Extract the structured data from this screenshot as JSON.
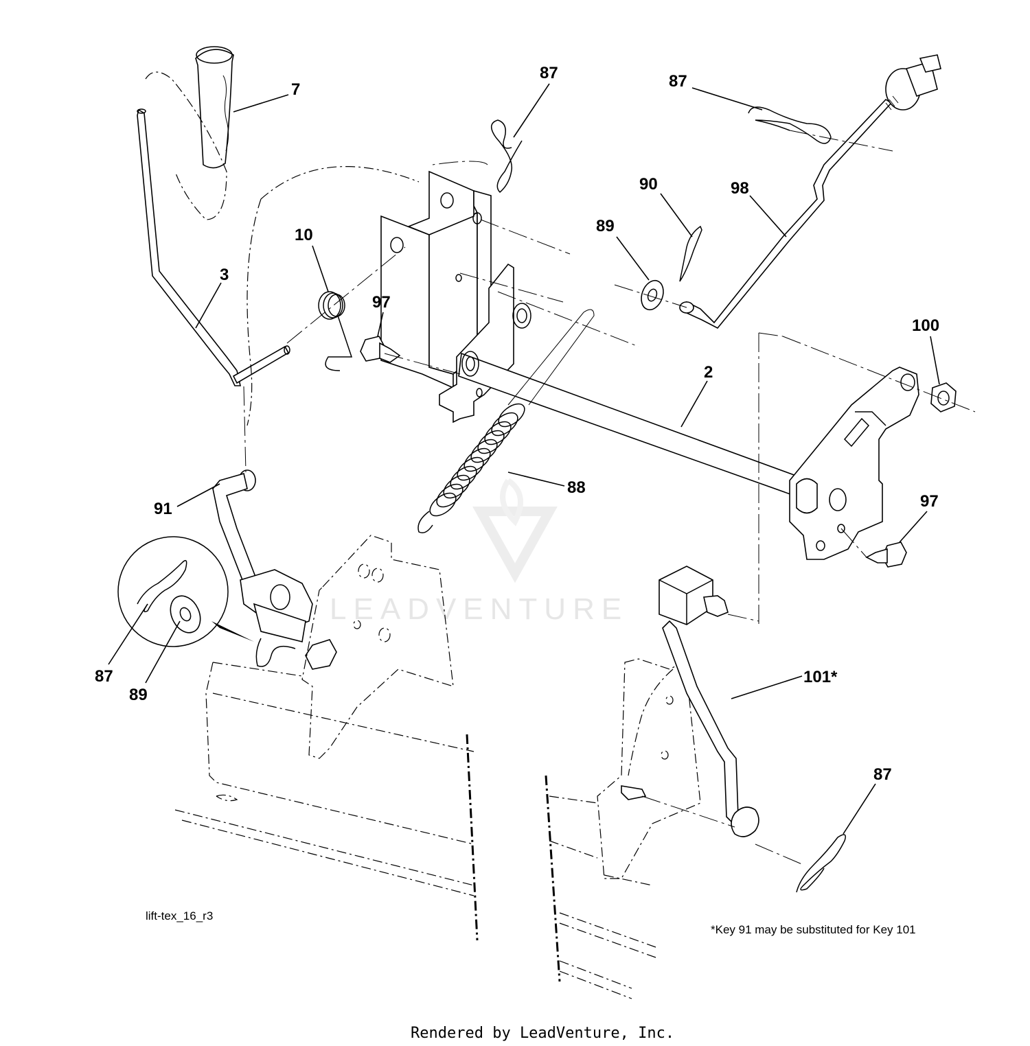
{
  "callouts": [
    {
      "id": "c7",
      "text": "7"
    },
    {
      "id": "c87a",
      "text": "87"
    },
    {
      "id": "c87b",
      "text": "87"
    },
    {
      "id": "c90",
      "text": "90"
    },
    {
      "id": "c98",
      "text": "98"
    },
    {
      "id": "c89a",
      "text": "89"
    },
    {
      "id": "c10",
      "text": "10"
    },
    {
      "id": "c3",
      "text": "3"
    },
    {
      "id": "c97a",
      "text": "97"
    },
    {
      "id": "c100",
      "text": "100"
    },
    {
      "id": "c2",
      "text": "2"
    },
    {
      "id": "c88",
      "text": "88"
    },
    {
      "id": "c91",
      "text": "91"
    },
    {
      "id": "c97b",
      "text": "97"
    },
    {
      "id": "c87c",
      "text": "87"
    },
    {
      "id": "c89b",
      "text": "89"
    },
    {
      "id": "c101",
      "text": "101*"
    },
    {
      "id": "c87d",
      "text": "87"
    }
  ],
  "diagram_id": "lift-tex_16_r3",
  "note": "*Key 91 may be substituted for Key 101",
  "footer": "Rendered by LeadVenture, Inc.",
  "watermark": "LEADVENTURE"
}
